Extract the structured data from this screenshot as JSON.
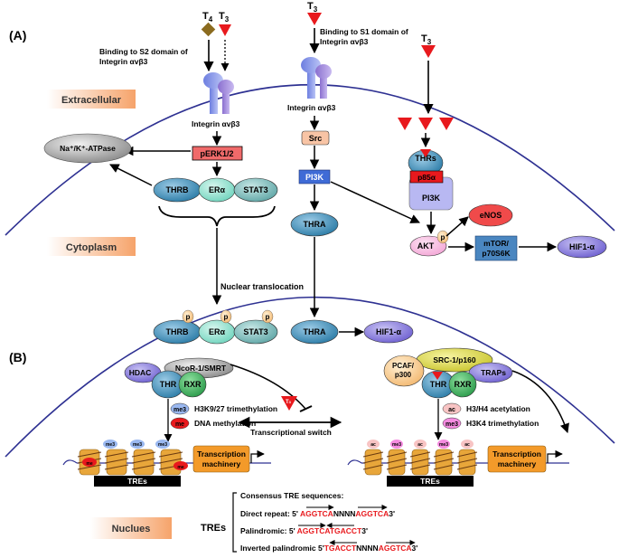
{
  "panel_a": "(A)",
  "panel_b": "(B)",
  "regions": {
    "extracellular": "Extracellular",
    "cytoplasm": "Cytoplasm",
    "nucleus": "Nuclues"
  },
  "ligands": {
    "t4": "T",
    "t4_sub": "4",
    "t3": "T",
    "t3_sub": "3"
  },
  "captions": {
    "s2_line1": "Binding to S2 domain of",
    "s2_line2": "Integrin αvβ3",
    "s1_line1": "Binding to S1 domain of",
    "s1_line2": "Integrin αvβ3",
    "integrin1": "Integrin αvβ3",
    "integrin2": "Integrin αvβ3",
    "nuclear_translocation": "Nuclear translocation",
    "transcriptional_switch": "Transcriptional switch"
  },
  "nodes": {
    "atpase": "Na⁺/K⁺-ATPase",
    "perk": "pERK1/2",
    "thrb": "THRB",
    "era": "ERα",
    "stat3": "STAT3",
    "src": "Src",
    "pi3k": "PI3K",
    "thra": "THRA",
    "thrs": "THRs",
    "p85a": "p85α",
    "pi3k2": "PI3K",
    "akt": "AKT",
    "p": "p",
    "enos": "eNOS",
    "mtor_l1": "mTOR/",
    "mtor_l2": "p70S6K",
    "hif1": "HIF1-α",
    "thrb_n": "THRB",
    "era_n": "ERα",
    "stat3_n": "STAT3",
    "thra_n": "THRA",
    "hif1_n": "HIF1-α"
  },
  "repression": {
    "hdac": "HDAC",
    "ncor": "NcoR-1/SMRT",
    "thr": "THR",
    "rxr": "RXR",
    "me3": "me3",
    "me": "me",
    "h3k9": "H3K9/27 trimethylation",
    "dna_meth": "DNA methylation",
    "machinery_l1": "Transcription",
    "machinery_l2": "machinery",
    "tres": "TREs"
  },
  "activation": {
    "src1": "SRC-1/p160",
    "pcaf_l1": "PCAF/",
    "pcaf_l2": "p300",
    "traps": "TRAPs",
    "thr": "THR",
    "rxr": "RXR",
    "ac": "ac",
    "me3": "me3",
    "h3h4": "H3/H4 acetylation",
    "h3k4": "H3K4 trimethylation",
    "machinery_l1": "Transcription",
    "machinery_l2": "machinery",
    "tres": "TREs"
  },
  "tre": {
    "label": "TREs",
    "header": "Consensus TRE sequences:",
    "direct_prefix": "Direct repeat: 5'",
    "direct_a": "AGGTCA",
    "direct_n": "NNNN",
    "direct_b": "AGGTCA",
    "direct_suffix": "3'",
    "palin_prefix": "Palindromic: 5'",
    "palin_a": "AGGTCA",
    "palin_b": "TGACCT",
    "palin_suffix": "3'",
    "inv_prefix": "Inverted palindromic 5'",
    "inv_a": "TGACCT",
    "inv_n": "NNNN",
    "inv_b": "AGGTCA",
    "inv_suffix": "3'"
  },
  "colors": {
    "membrane": "#2e3192",
    "region_label": "#f7a76c",
    "red": "#e8191d",
    "t4": "#8b6b1f",
    "thr_blue": "#2a7ba6",
    "era_green": "#6fd4bd",
    "stat3_teal": "#5fa6a6",
    "perk": "#f06a6a",
    "src": "#f8c4a5",
    "pi3k": "#3f6bd6",
    "eos": "#f04a4a",
    "akt": "#f3a6d6",
    "mtor": "#4a86c0",
    "hif": "#6d5fd0",
    "rxr_green": "#2a9a4a",
    "machinery": "#f39a2a",
    "src1_yellow": "#d4d03a",
    "atpase_grey": "#9a9a9a"
  }
}
